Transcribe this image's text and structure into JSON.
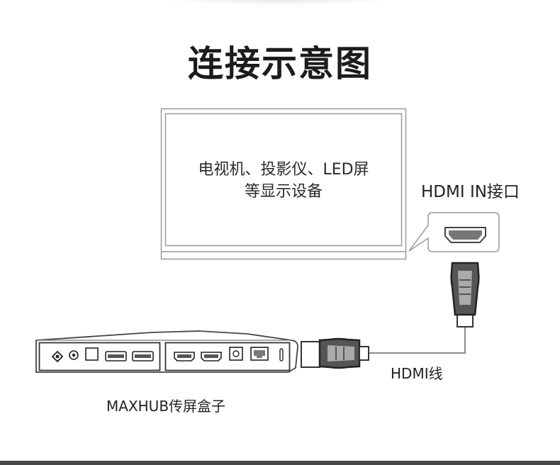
{
  "title": "连接示意图",
  "display": {
    "line1": "电视机、投影仪、LED屏",
    "line2": "等显示设备"
  },
  "port_label": "HDMI IN接口",
  "cable_label": "HDMI线",
  "box_label": "MAXHUB传屏盒子",
  "colors": {
    "line": "#8a8a8a",
    "connector_dark": "#333333",
    "text": "#222222"
  }
}
